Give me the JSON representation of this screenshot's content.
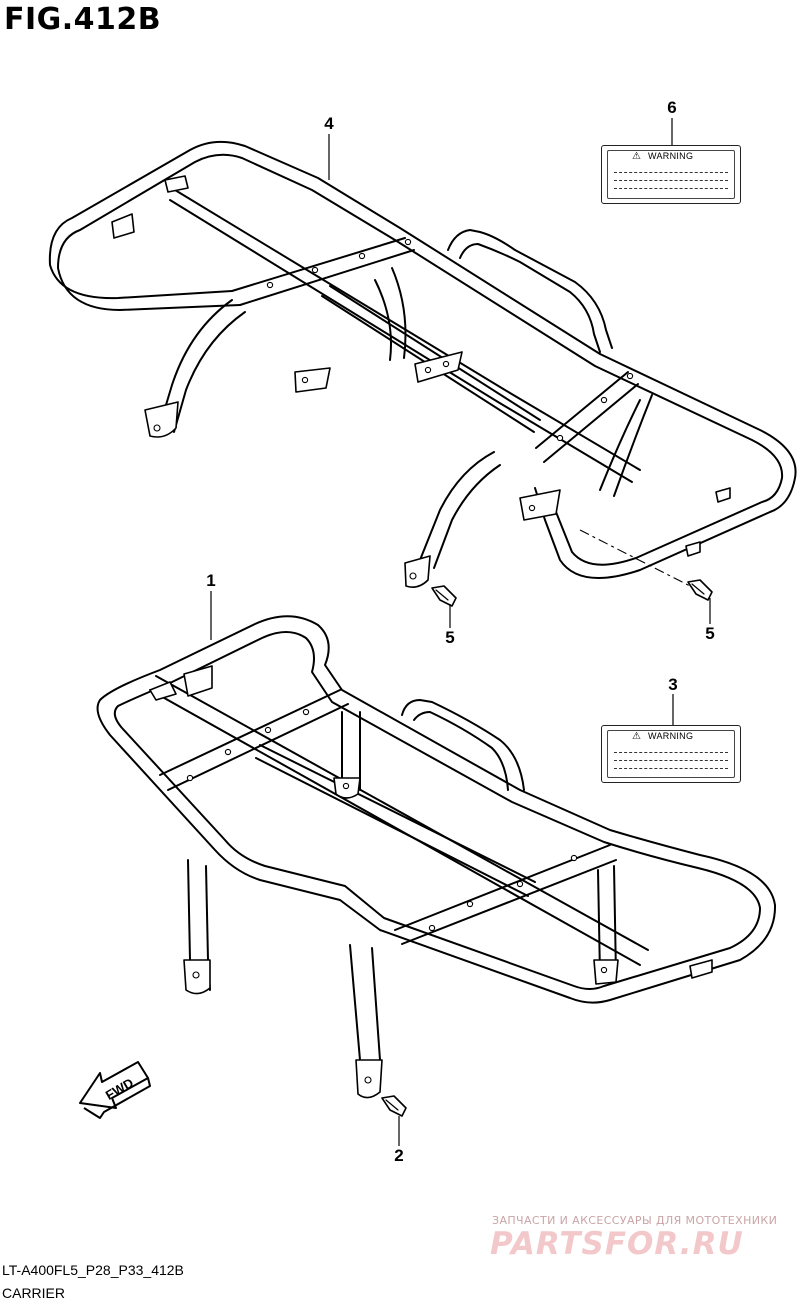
{
  "figure": {
    "title": "FIG.412B",
    "code": "LT-A400FL5_P28_P33_412B",
    "name": "CARRIER"
  },
  "callouts": {
    "part_1": "1",
    "part_2": "2",
    "part_3": "3",
    "part_4": "4",
    "part_5a": "5",
    "part_5b": "5",
    "part_6": "6"
  },
  "labels": {
    "label_6_text": "WARNING",
    "label_3_text": "WARNING",
    "warning_symbol": "⚠"
  },
  "fwd_arrow": {
    "text": "FWD"
  },
  "watermark": {
    "tagline": "ЗАПЧАСТИ И АКСЕССУАРЫ ДЛЯ МОТОТЕХНИКИ",
    "logo": "PARTSFOR.RU"
  }
}
